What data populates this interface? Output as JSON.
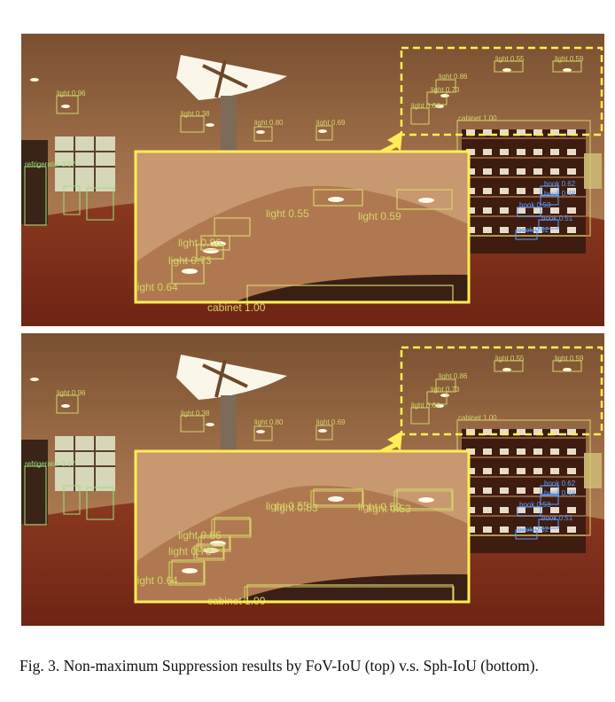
{
  "figure": {
    "caption": "Fig. 3.   Non-maximum Suppression results by FoV-IoU (top) v.s. Sph-IoU (bottom).",
    "colors": {
      "light_box": "#d4d46a",
      "green_box": "#9be07a",
      "book_box": "#5aa0ff",
      "highlight": "#ffee55",
      "floor": "#6e2414",
      "wall": "#a0704a"
    },
    "panels": [
      {
        "id": "fov-iou",
        "main_labels": [
          "light 0.96",
          "light 0.38",
          "light 0.80",
          "light 0.69",
          "light 0.55",
          "light 0.59",
          "light 0.86",
          "light 0.73",
          "light 0.64",
          "cabinet 1.00",
          "refrigerator 0.67",
          "book 0.62",
          "book 0.48",
          "book 0.53",
          "book 0.51",
          "book 0.62"
        ],
        "zoom_labels": [
          "light 0.55",
          "light 0.59",
          "light 0.86",
          "light 0.73",
          "light 0.64",
          "cabinet 1.00"
        ]
      },
      {
        "id": "sph-iou",
        "main_labels": [
          "light 0.96",
          "light 0.38",
          "light 0.80",
          "light 0.69",
          "light 0.55",
          "light 0.59",
          "light 0.86",
          "light 0.73",
          "light 0.64",
          "cabinet 1.00",
          "refrigerator 0.67",
          "book 0.62",
          "book 0.48",
          "book 0.53",
          "book 0.51",
          "book 0.62"
        ],
        "zoom_labels": [
          "light 0.55",
          "light 0.53",
          "light 0.59",
          "light 0.53",
          "light 0.86",
          "light 0.73",
          "light 0.64",
          "cabinet 1.00"
        ]
      }
    ]
  }
}
